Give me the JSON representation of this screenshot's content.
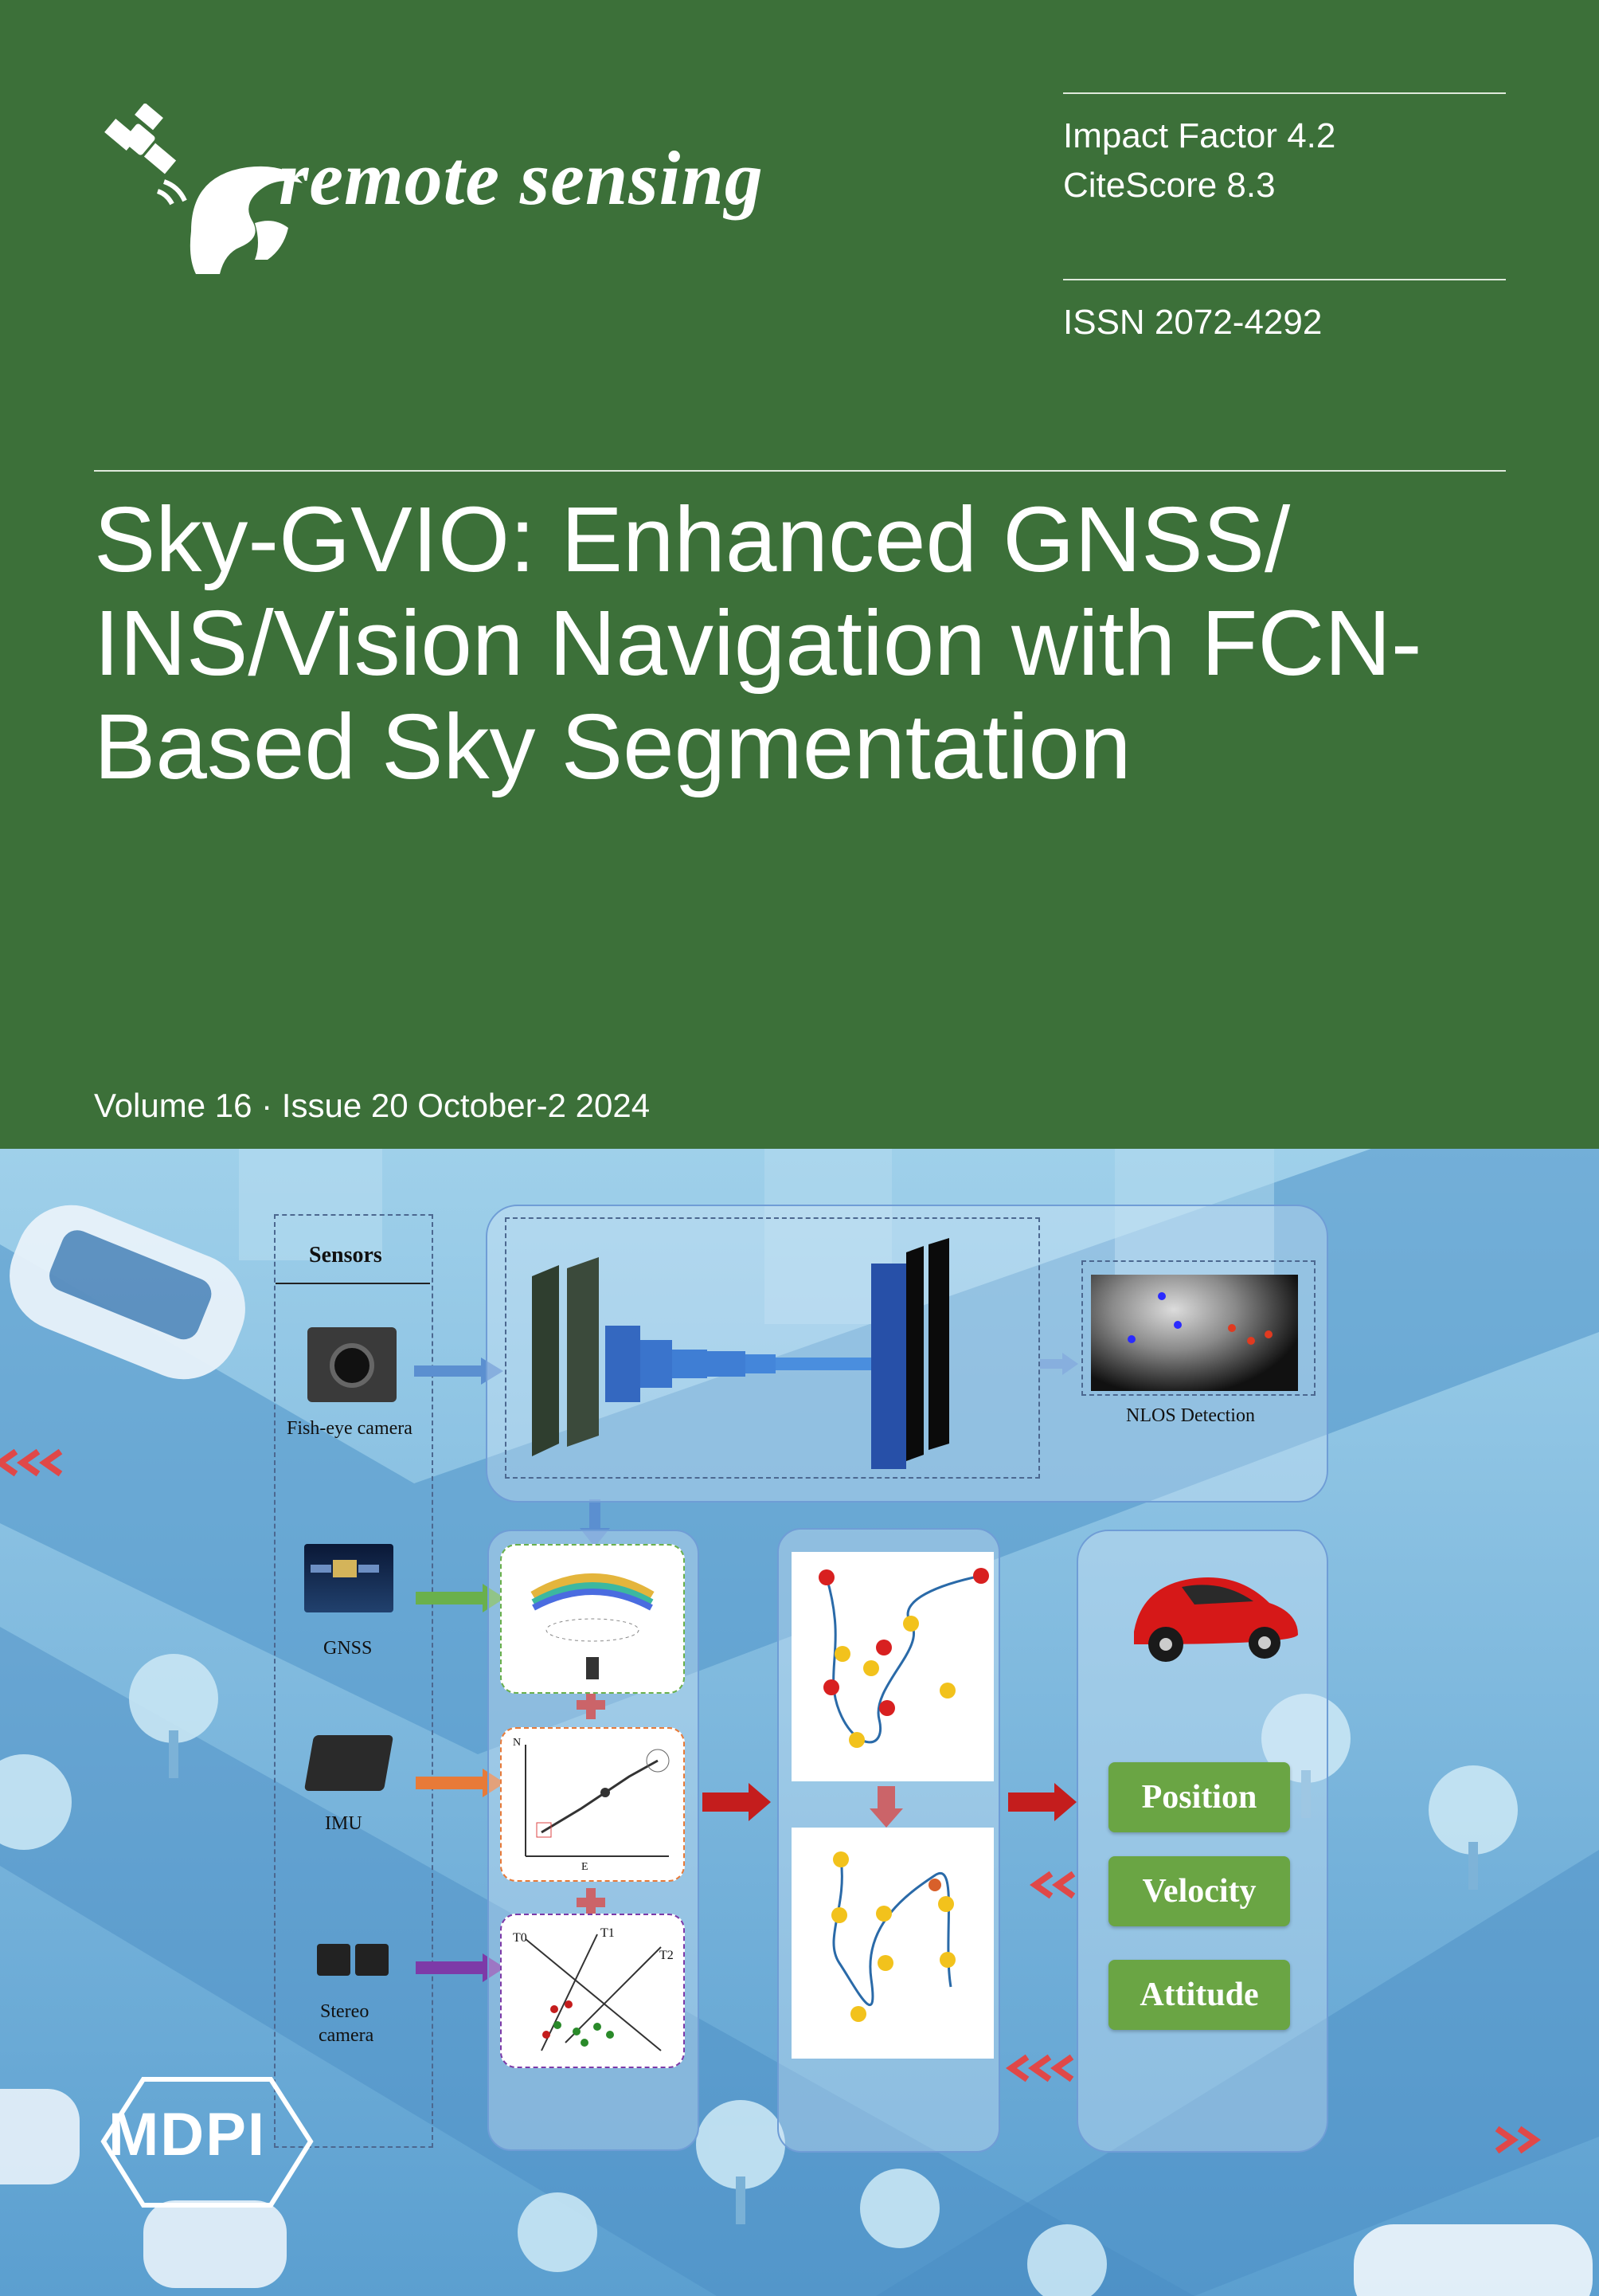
{
  "journal": {
    "name": "remote sensing",
    "impact_factor": "Impact Factor 4.2",
    "citescore": "CiteScore 8.3",
    "issn": "ISSN 2072-4292"
  },
  "article": {
    "title_line1": "Sky-GVIO: Enhanced GNSS/",
    "title_line2": "INS/Vision Navigation with FCN-",
    "title_line3": "Based Sky Segmentation"
  },
  "issue": "Volume 16 · Issue 20 October-2 2024",
  "figure": {
    "sensors_header": "Sensors",
    "fisheye_label": "Fish-eye camera",
    "gnss_label": "GNSS",
    "imu_label": "IMU",
    "stereo_label_1": "Stereo",
    "stereo_label_2": "camera",
    "nlos_label": "NLOS Detection",
    "imu_axis_n": "N",
    "imu_axis_e": "E",
    "cam_t0": "T0",
    "cam_t1": "T1",
    "cam_t2": "T2",
    "outputs": [
      "Position",
      "Velocity",
      "Attitude"
    ]
  },
  "publisher": "MDPI",
  "colors": {
    "green_panel": "#3c7039",
    "output_button": "#6aa544",
    "arrow_red": "#c41d1d"
  }
}
